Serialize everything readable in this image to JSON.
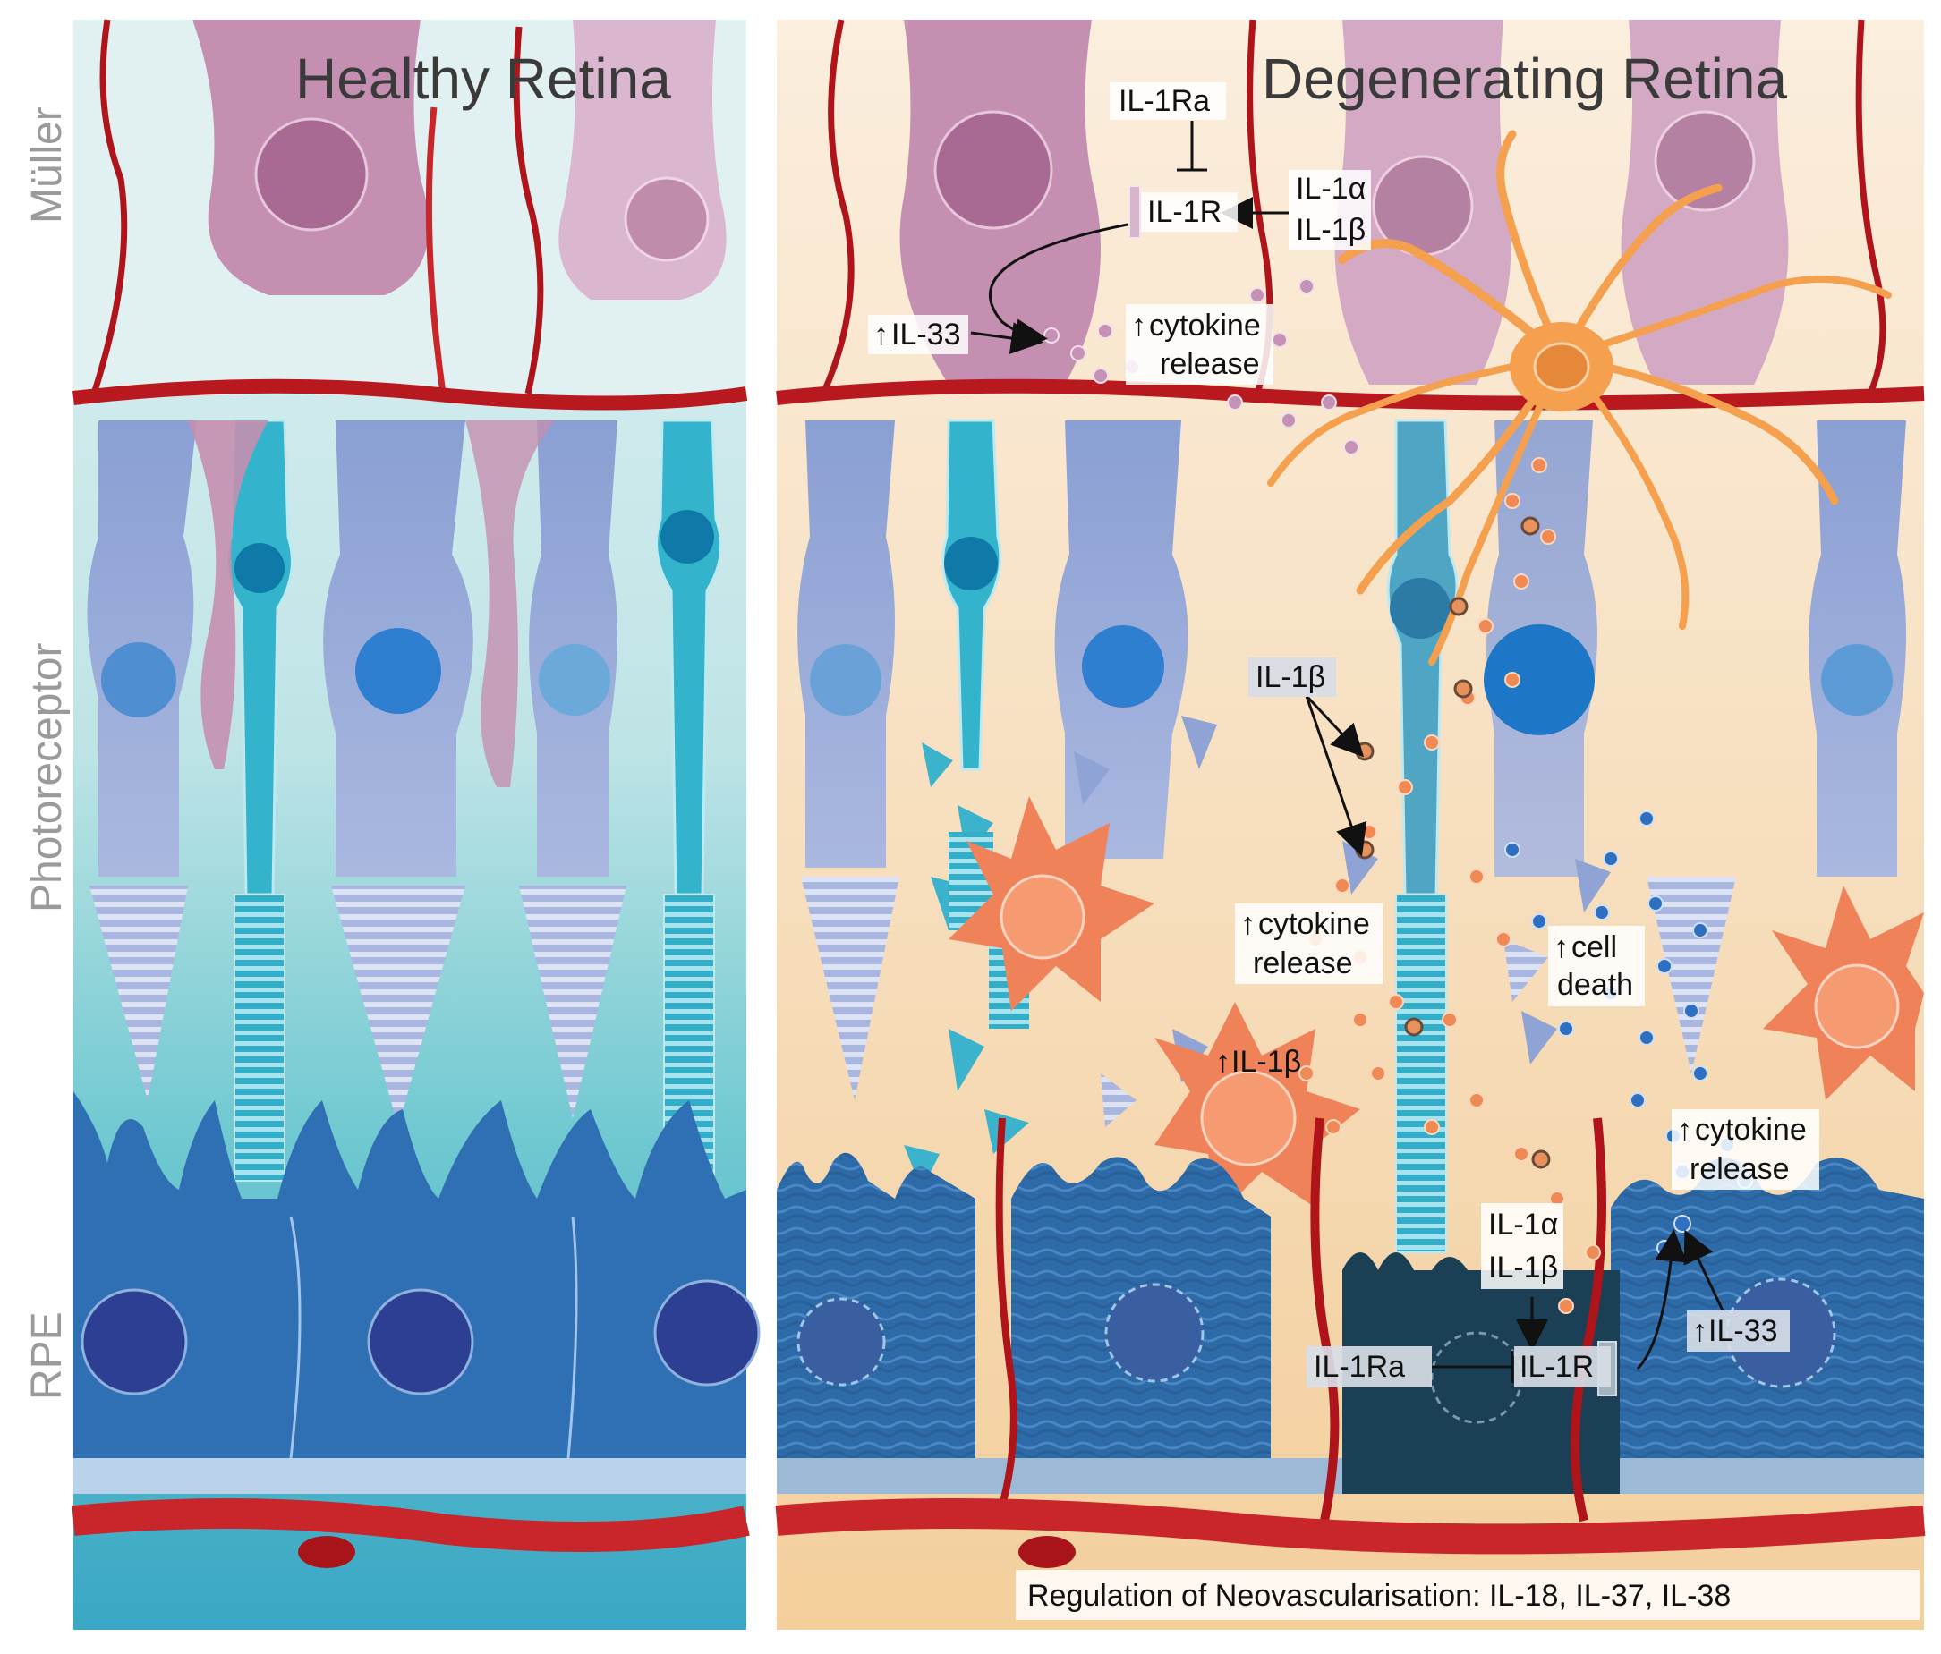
{
  "panels": {
    "healthy": {
      "title": "Healthy Retina"
    },
    "degenerating": {
      "title": "Degenerating Retina"
    }
  },
  "layers": {
    "muller": "Müller",
    "photoreceptor": "Photoreceptor",
    "rpe": "RPE"
  },
  "labels": {
    "il1ra_top": "IL-1Ra",
    "il1r_top": "IL-1R",
    "il1a_top": "IL-1α",
    "il1b_top": "IL-1β",
    "il33_top": "IL-33",
    "cytokine_top_1": "cytokine",
    "cytokine_top_2": "release",
    "il1b_mid": "IL-1β",
    "cytokine_mid_1": "cytokine",
    "cytokine_mid_2": "release",
    "il1b_micro": "IL-1β",
    "cell_death_1": "cell",
    "cell_death_2": "death",
    "cytokine_right_1": "cytokine",
    "cytokine_right_2": "release",
    "il1a_bottom": "IL-1α",
    "il1b_bottom": "IL-1β",
    "il1ra_bottom": "IL-1Ra",
    "il1r_bottom": "IL-1R",
    "il33_bottom": "IL-33",
    "footer": "Regulation of Neovascularisation: IL-18, IL-37, IL-38"
  },
  "colors": {
    "muller": "#c99bb8",
    "photoreceptor_rod": "#8fa3d4",
    "photoreceptor_cone": "#3bb8d0",
    "rpe": "#2f6fb3",
    "vessel": "#c8262a",
    "microglia": "#f4a04f",
    "macrophage": "#f0825a",
    "healthy_bg_top": "#dff0f0",
    "degen_bg": "#f6dfc0"
  }
}
